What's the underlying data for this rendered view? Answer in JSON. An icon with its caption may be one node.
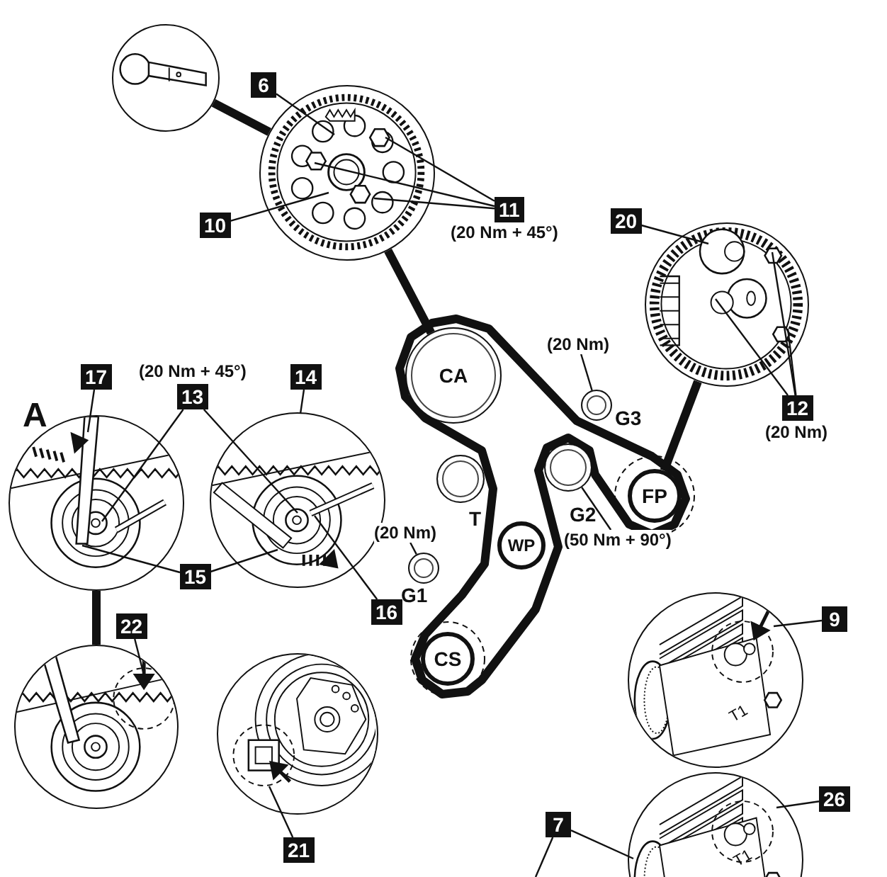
{
  "diagram": {
    "nodes": [
      {
        "text": [],
        "shape": "picture"
      },
      {
        "text": [],
        "shape": "picture"
      },
      {
        "text": [
          "6"
        ]
      },
      {
        "text": [
          "10"
        ]
      },
      {
        "text": [
          "11"
        ],
        "beside": [
          "(20 Nm + 45°)"
        ]
      },
      {
        "text": [
          "20"
        ]
      },
      {
        "text": [],
        "shape": "picture"
      },
      {
        "text": [
          "12"
        ],
        "beside": [
          "(20 Nm)"
        ]
      },
      {
        "text": [
          "CA"
        ]
      },
      {
        "text": [
          "(20 Nm)"
        ]
      },
      {
        "text": [
          "G3"
        ]
      },
      {
        "text": [
          "T"
        ]
      },
      {
        "text": [
          "G2"
        ]
      },
      {
        "text": [
          "FP"
        ]
      },
      {
        "text": [
          "(50 Nm + 90°)"
        ]
      },
      {
        "text": [
          "WP"
        ]
      },
      {
        "text": [
          "(20 Nm)"
        ]
      },
      {
        "text": [
          "G1"
        ]
      },
      {
        "text": [
          "CS"
        ]
      },
      {
        "text": [
          "17"
        ]
      },
      {
        "text": [
          "13"
        ],
        "beside": [
          "(20 Nm + 45°)"
        ]
      },
      {
        "text": [
          "14"
        ]
      },
      {
        "text": [],
        "shape": "picture"
      },
      {
        "text": [],
        "shape": "picture"
      },
      {
        "text": [
          "15"
        ]
      },
      {
        "text": [
          "16"
        ]
      },
      {
        "text": [
          "22"
        ]
      },
      {
        "text": [],
        "shape": "picture"
      },
      {
        "text": [],
        "shape": "picture"
      },
      {
        "text": [
          "21"
        ]
      },
      {
        "text": [],
        "shape": "picture"
      },
      {
        "text": [
          "9"
        ]
      },
      {
        "text": [],
        "shape": "picture"
      },
      {
        "text": [
          "26"
        ]
      },
      {
        "text": [
          "7"
        ]
      }
    ],
    "edges": [
      {
        "from": 0,
        "to": 1,
        "arrow": "none",
        "style": "thick"
      },
      {
        "from": 1,
        "to": 8,
        "arrow": "none",
        "style": "thick"
      },
      {
        "from": 13,
        "to": 6,
        "arrow": "none",
        "style": "thick"
      },
      {
        "from": 22,
        "to": 27,
        "arrow": "none",
        "style": "thick"
      },
      {
        "from": 2,
        "to": 1,
        "arrow": "none"
      },
      {
        "from": 3,
        "to": 1,
        "arrow": "none"
      },
      {
        "from": 4,
        "to": 1,
        "arrow": "none"
      },
      {
        "from": 4,
        "to": 1,
        "arrow": "none"
      },
      {
        "from": 4,
        "to": 1,
        "arrow": "none"
      },
      {
        "from": 5,
        "to": 6,
        "arrow": "none"
      },
      {
        "from": 7,
        "to": 6,
        "arrow": "none"
      },
      {
        "from": 7,
        "to": 6,
        "arrow": "none"
      },
      {
        "from": 7,
        "to": 6,
        "arrow": "none"
      },
      {
        "from": 19,
        "to": 22,
        "arrow": "none"
      },
      {
        "from": 20,
        "to": 22,
        "arrow": "none"
      },
      {
        "from": 20,
        "to": 23,
        "arrow": "none"
      },
      {
        "from": 21,
        "to": 23,
        "arrow": "none"
      },
      {
        "from": 24,
        "to": 22,
        "arrow": "none"
      },
      {
        "from": 24,
        "to": 23,
        "arrow": "none"
      },
      {
        "from": 25,
        "to": 23,
        "arrow": "none"
      },
      {
        "from": 26,
        "to": 27,
        "arrow": "none"
      },
      {
        "from": 29,
        "to": 28,
        "arrow": "none"
      },
      {
        "from": 31,
        "to": 30,
        "arrow": "none"
      },
      {
        "from": 33,
        "to": 32,
        "arrow": "none"
      },
      {
        "from": 34,
        "to": 32,
        "arrow": "none"
      },
      {
        "from": 34,
        "to": null,
        "arrow": "none"
      },
      {
        "from": 9,
        "to": 10,
        "arrow": "none"
      },
      {
        "from": 14,
        "to": 12,
        "arrow": "none"
      },
      {
        "from": 16,
        "to": 17,
        "arrow": "none"
      }
    ],
    "labels": [
      "A",
      "T1",
      "T1"
    ]
  }
}
